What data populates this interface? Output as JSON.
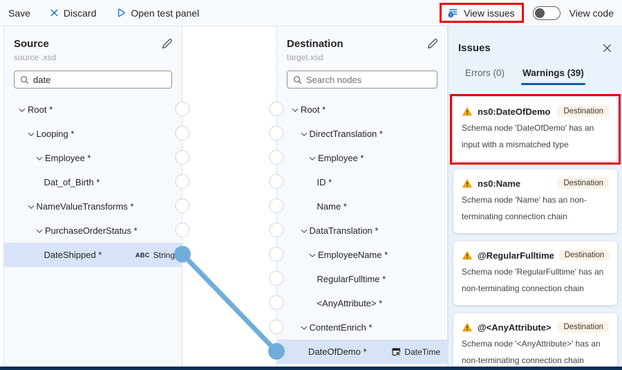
{
  "toolbar": {
    "save": "Save",
    "discard": "Discard",
    "open_test_panel": "Open test panel",
    "view_issues": "View issues",
    "view_code": "View code",
    "view_code_toggle_on": false
  },
  "source_panel": {
    "title": "Source",
    "subtitle": "source .xsd",
    "search_value": "date",
    "nodes": [
      {
        "label": "Root *",
        "level": 0,
        "expandable": true
      },
      {
        "label": "Looping *",
        "level": 1,
        "expandable": true
      },
      {
        "label": "Employee *",
        "level": 2,
        "expandable": true
      },
      {
        "label": "Dat_of_Birth *",
        "level": 3,
        "expandable": false
      },
      {
        "label": "NameValueTransforms *",
        "level": 1,
        "expandable": true
      },
      {
        "label": "PurchaseOrderStatus *",
        "level": 2,
        "expandable": true
      },
      {
        "label": "DateShipped *",
        "level": 3,
        "expandable": false,
        "selected": true,
        "type_badge": {
          "icon": "string-type-icon",
          "icon_text": "ABC",
          "label": "String"
        }
      }
    ]
  },
  "destination_panel": {
    "title": "Destination",
    "subtitle": "target.xsd",
    "search_placeholder": "Search nodes",
    "nodes": [
      {
        "label": "Root *",
        "level": 0,
        "expandable": true
      },
      {
        "label": "DirectTranslation *",
        "level": 1,
        "expandable": true
      },
      {
        "label": "Employee *",
        "level": 2,
        "expandable": true
      },
      {
        "label": "ID *",
        "level": 3,
        "expandable": false
      },
      {
        "label": "Name *",
        "level": 3,
        "expandable": false
      },
      {
        "label": "DataTranslation *",
        "level": 1,
        "expandable": true
      },
      {
        "label": "EmployeeName *",
        "level": 2,
        "expandable": true
      },
      {
        "label": "RegularFulltime *",
        "level": 3,
        "expandable": false
      },
      {
        "label": "<AnyAttribute> *",
        "level": 3,
        "expandable": false
      },
      {
        "label": "ContentEnrich *",
        "level": 1,
        "expandable": true
      },
      {
        "label": "DateOfDemo *",
        "level": 2,
        "expandable": false,
        "selected": true,
        "type_badge": {
          "icon": "datetime-icon",
          "label": "DateTime"
        }
      }
    ]
  },
  "connection": {
    "from": "DateShipped *",
    "to": "DateOfDemo *",
    "color": "#6fadda"
  },
  "issues_panel": {
    "title": "Issues",
    "tabs": [
      {
        "label": "Errors (0)"
      },
      {
        "label": "Warnings (39)",
        "active": true
      }
    ],
    "warnings": [
      {
        "title": "ns0:DateOfDemo",
        "badge": "Destination",
        "message": "Schema node 'DateOfDemo' has an input with a mismatched type",
        "highlighted": true
      },
      {
        "title": "ns0:Name",
        "badge": "Destination",
        "message": "Schema node 'Name' has an non-terminating connection chain"
      },
      {
        "title": "@RegularFulltime",
        "badge": "Destination",
        "message": "Schema node 'RegularFulltime' has an non-terminating connection chain"
      },
      {
        "title": "@<AnyAttribute>",
        "badge": "Destination",
        "message": "Schema node '<AnyAttribute>' has an non-terminating connection chain"
      }
    ]
  },
  "colors": {
    "accent_blue": "#0f6cbd",
    "connection_blue": "#6fadda",
    "selected_row": "#d7e4f7",
    "warning_gold": "#eba91c",
    "annotation_red": "#e50000",
    "tab_underline": "#115ea3"
  }
}
